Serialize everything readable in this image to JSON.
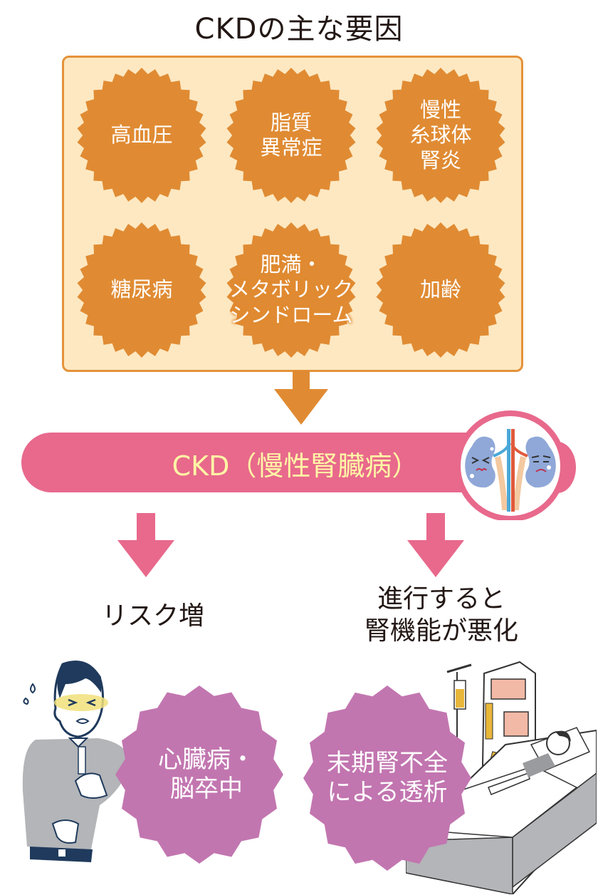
{
  "title": "CKDの主な要因",
  "factors": [
    {
      "label": "高血圧"
    },
    {
      "label": "脂質\n異常症"
    },
    {
      "label": "慢性\n糸球体\n腎炎"
    },
    {
      "label": "糖尿病"
    },
    {
      "label": "肥満・\nメタボリック\nシンドローム"
    },
    {
      "label": "加齢"
    }
  ],
  "ckd_band": {
    "label": "CKD（慢性腎臓病）"
  },
  "branches": [
    {
      "label": "リスク増",
      "outcome": "心臓病・\n脳卒中"
    },
    {
      "label": "進行すると\n腎機能が悪化",
      "outcome": "末期腎不全\nによる透析"
    }
  ],
  "colors": {
    "factor_bg": "#fde8c2",
    "factor_border": "#e5923a",
    "factor_burst": "#e08b33",
    "band": "#e8698c",
    "band_text": "#fff6a6",
    "outcome_burst": "#c276b0",
    "pink_arrow": "#e8698c",
    "orange_arrow": "#e08b33"
  },
  "icons": {
    "kidney": "sad-kidneys-icon",
    "patient": "man-chest-pain-illustration",
    "dialysis": "dialysis-bed-illustration"
  }
}
